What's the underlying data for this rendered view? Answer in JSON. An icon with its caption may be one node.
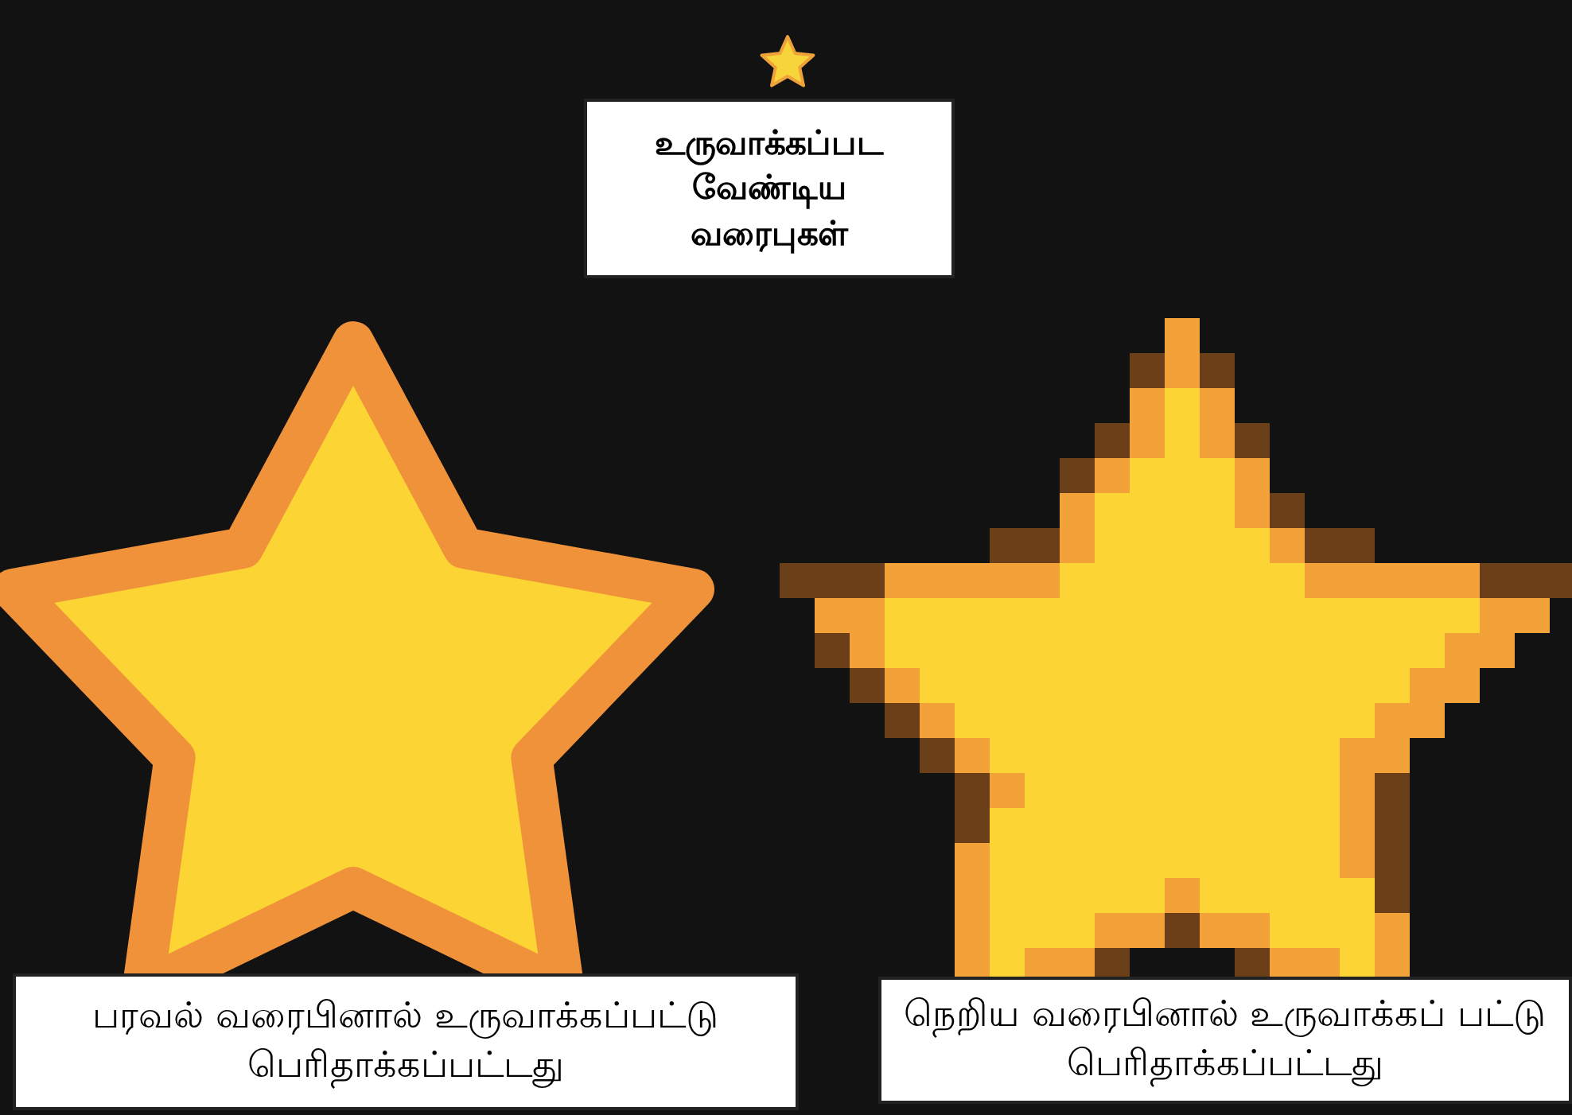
{
  "diagram": {
    "nodes": [
      {
        "text": [
          "உருவாக்கப்பட வேண்டிய வரைபுகள்"
        ]
      },
      {
        "text": [
          "பரவல் வரைபினால் உருவாக்கப்பட்டு பெரிதாக்கப்பட்டது"
        ]
      },
      {
        "text": [
          "நெறிய வரைபினால் உருவாக்கப் பட்டு பெரிதாக்கப்பட்டது"
        ]
      }
    ]
  }
}
